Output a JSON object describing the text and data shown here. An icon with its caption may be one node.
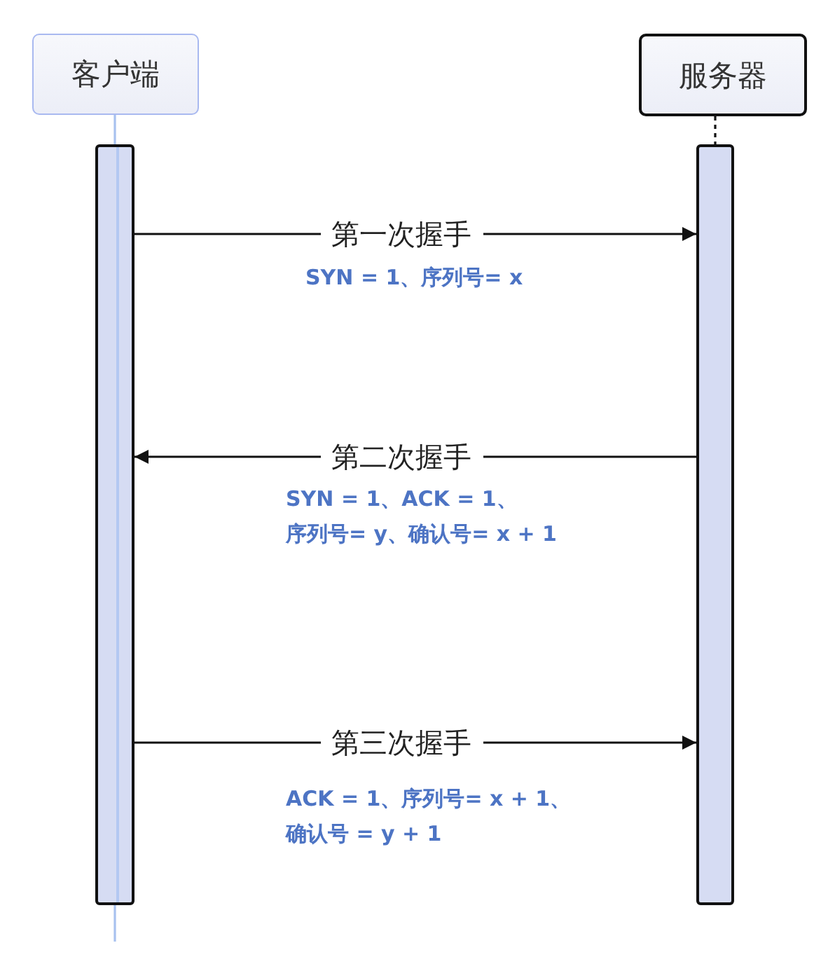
{
  "diagram": {
    "nodes": [
      {
        "text": [
          "客户端"
        ]
      },
      {
        "text": [
          "服务器"
        ]
      },
      {
        "text": [],
        "shape": "bar"
      },
      {
        "text": [],
        "shape": "bar"
      }
    ],
    "edges": [
      {
        "from": 0,
        "to": 2,
        "arrow": "none",
        "color": "#a8c1ef"
      },
      {
        "from": 1,
        "to": 3,
        "arrow": "none",
        "style": "dashed"
      },
      {
        "from": 2,
        "to": 3,
        "arrow": "to",
        "label": "第一次握手"
      },
      {
        "from": 3,
        "to": 2,
        "arrow": "to",
        "label": "第二次握手"
      },
      {
        "from": 2,
        "to": 3,
        "arrow": "to",
        "label": "第三次握手"
      },
      {
        "from": 2,
        "to": null,
        "arrow": "none",
        "color": "#a8c1ef"
      }
    ],
    "labels": [
      "SYN = 1、序列号= x",
      "SYN = 1、ACK = 1、序列号= y、确认号= x + 1",
      "ACK = 1、序列号= x + 1、确认号 = y + 1"
    ]
  }
}
